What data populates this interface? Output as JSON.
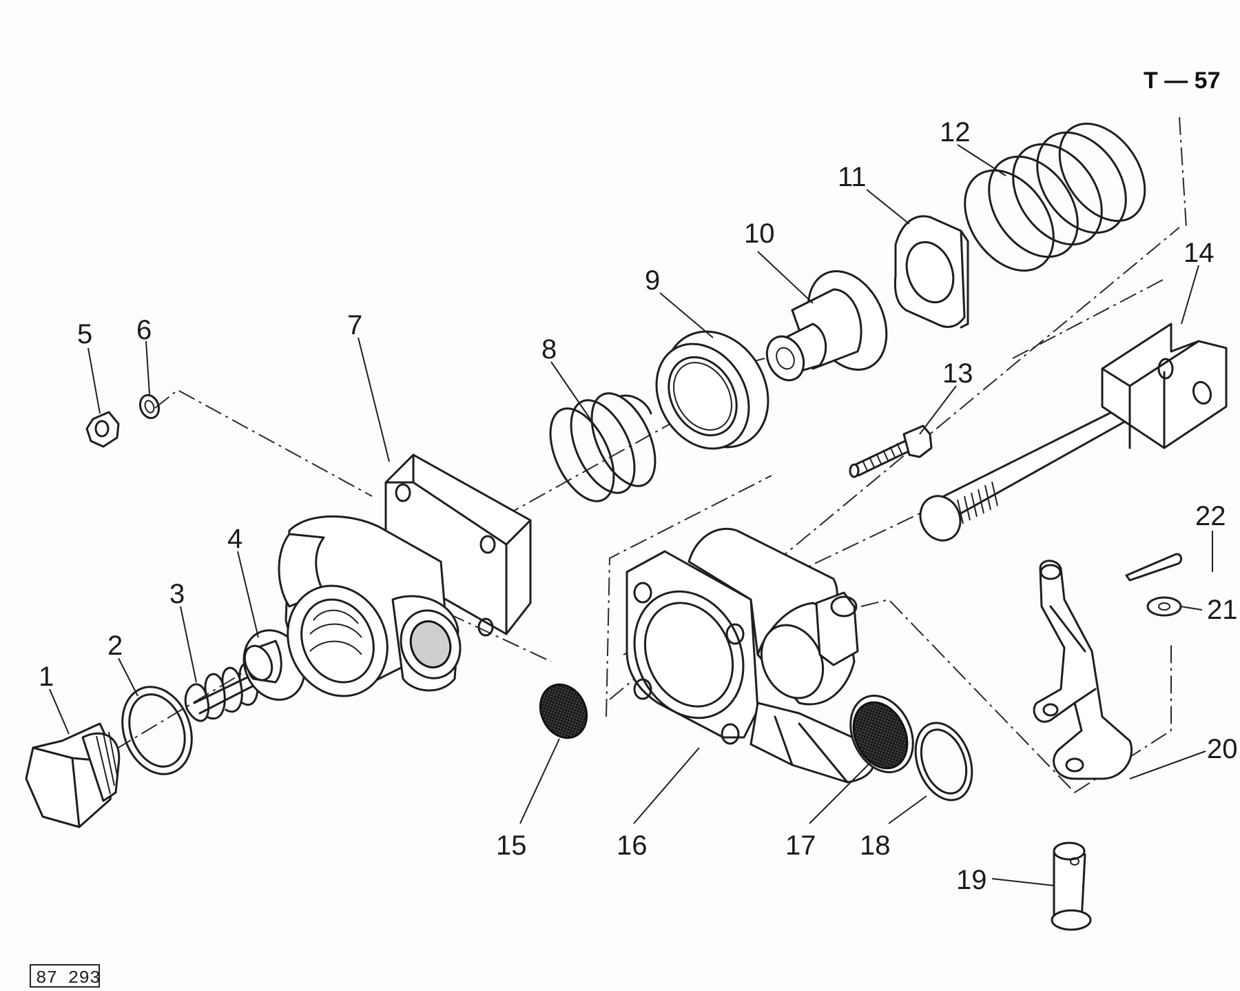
{
  "sheet_code": "T — 57",
  "reference_box": "87 293",
  "callouts": [
    "1",
    "2",
    "3",
    "4",
    "5",
    "6",
    "7",
    "8",
    "9",
    "10",
    "11",
    "12",
    "13",
    "14",
    "15",
    "16",
    "17",
    "18",
    "19",
    "20",
    "21",
    "22"
  ]
}
